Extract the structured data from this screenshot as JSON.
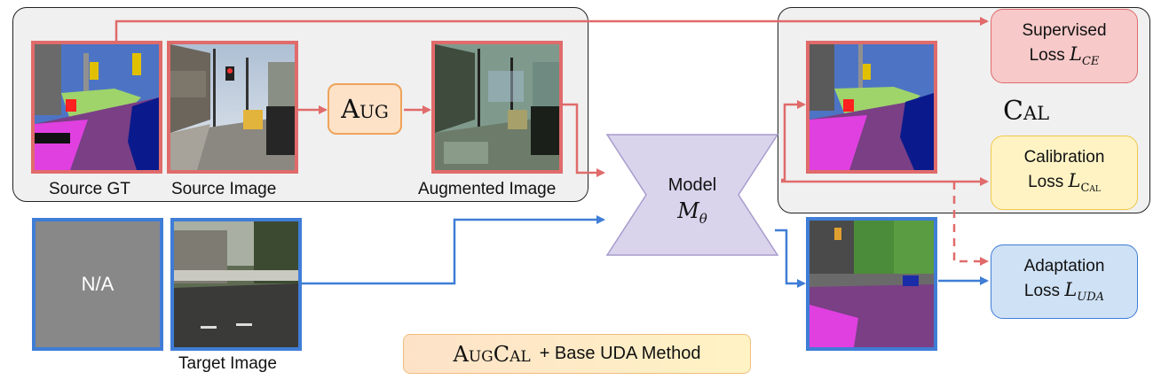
{
  "labels": {
    "source_gt": "Source GT",
    "source_image": "Source Image",
    "augmented_image": "Augmented Image",
    "target_image": "Target Image",
    "na": "N/A",
    "aug": "Aug",
    "cal": "Cal",
    "model_line1": "Model",
    "model_symbol": "M",
    "model_sub": "θ",
    "supervised_line1": "Supervised",
    "supervised_loss": "Loss",
    "supervised_sub": "CE",
    "calibration_line1": "Calibration",
    "calibration_loss": "Loss",
    "calibration_sub": "Cal",
    "adaptation_line1": "Adaptation",
    "adaptation_loss": "Loss",
    "adaptation_sub": "UDA",
    "footer_augcal": "AugCal",
    "footer_rest": "+ Base UDA Method",
    "loss_symbol": "L"
  },
  "colors": {
    "source_red": "#e06b6b",
    "target_blue": "#3f7dd6",
    "aug_fill": "#fde2c8",
    "aug_border": "#eea35a",
    "supervised_fill": "#f7c9c9",
    "calibration_fill": "#fff3c4",
    "calibration_border": "#f0c84a",
    "adaptation_fill": "#cfe1f5",
    "model_fill": "#d9d4ec",
    "na_fill": "#888888"
  }
}
